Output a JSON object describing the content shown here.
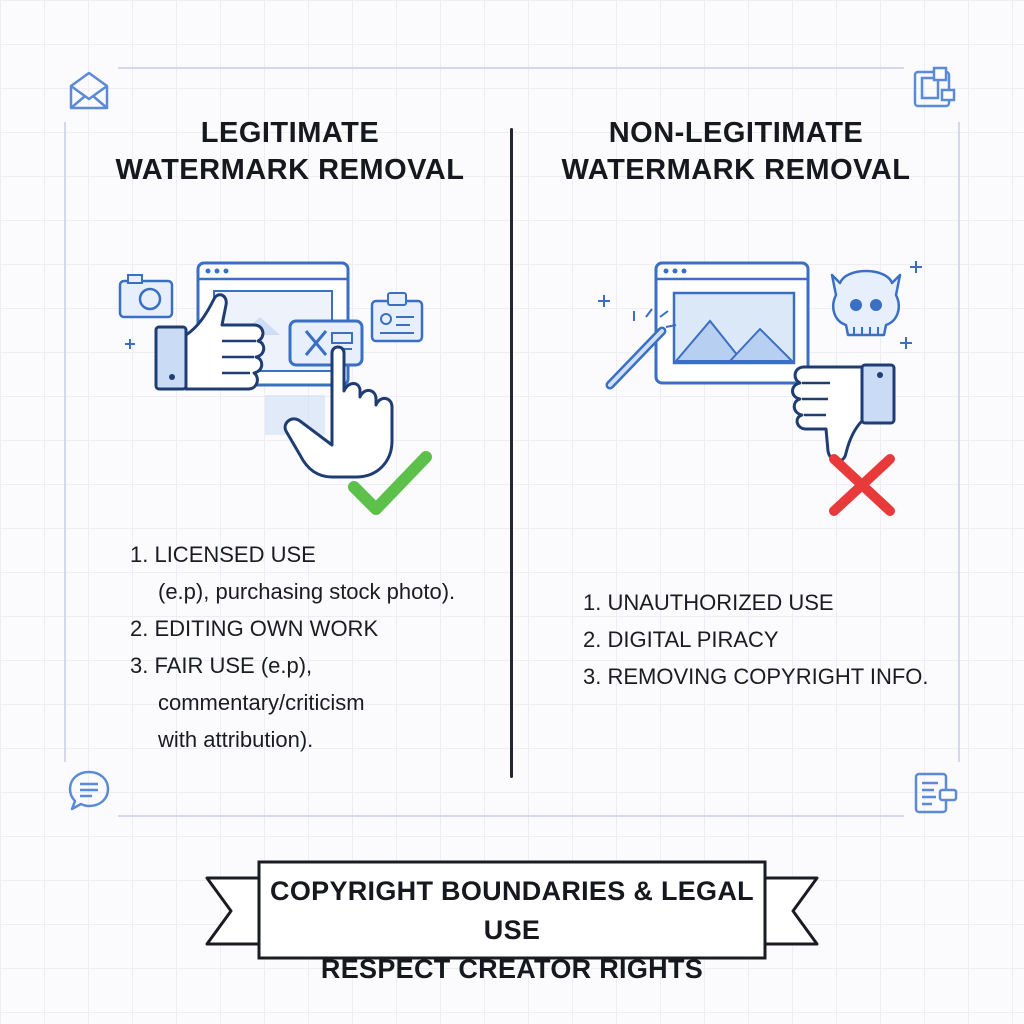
{
  "colors": {
    "outline": "#3a6fc4",
    "fill_light": "#cfe0f7",
    "check_green": "#5cc04a",
    "cross_red": "#e83a3a",
    "divider": "#23262e"
  },
  "left_panel": {
    "title_line1": "LEGITIMATE",
    "title_line2": "WATERMARK REMOVAL",
    "items": [
      "1. LICENSED USE",
      "(e.p), purchasing stock photo).",
      "2.  EDITING OWN WORK",
      "3. FAIR USE (e.p),",
      "commentary/criticism",
      "with attribution)."
    ],
    "icons": [
      "browser-window-icon",
      "thumbs-up-icon",
      "pointing-hand-icon",
      "camera-icon",
      "id-badge-icon",
      "checkmark-icon"
    ]
  },
  "right_panel": {
    "title_line1": "NON-LEGITIMATE",
    "title_line2": "WATERMARK REMOVAL",
    "items": [
      "1. UNAUTHORIZED USE",
      "2. DIGITAL PIRACY",
      "3. REMOVING COPYRIGHT INFO."
    ],
    "icons": [
      "browser-window-icon",
      "magic-wand-icon",
      "pirate-skull-icon",
      "thumbs-down-icon",
      "cross-icon"
    ]
  },
  "corner_icons": [
    "envelope-icon",
    "document-icon",
    "chat-bubble-icon",
    "file-edit-icon"
  ],
  "banner": {
    "line1": "COPYRIGHT BOUNDARIES & LEGAL USE",
    "line2": "RESPECT CREATOR RIGHTS"
  }
}
